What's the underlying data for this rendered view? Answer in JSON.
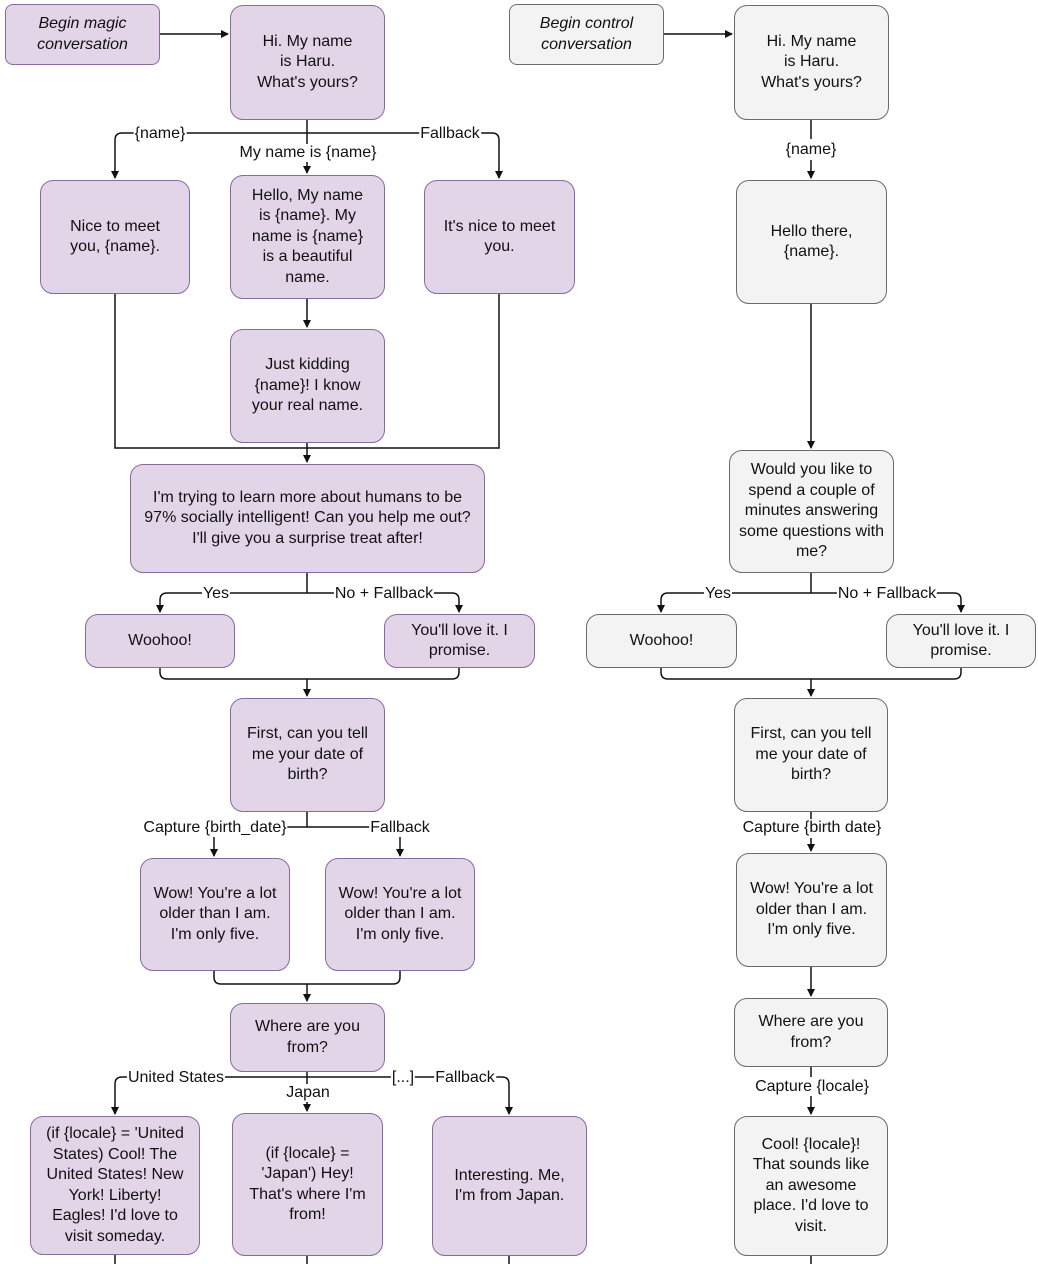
{
  "magic": {
    "start": "Begin magic conversation",
    "greeting": "Hi. My name is Haru. What's yours?",
    "edge_name": "{name}",
    "edge_my_name": "My name is {name}",
    "edge_fallback": "Fallback",
    "nice_to_meet": "Nice to meet you, {name}.",
    "hello_my_name": "Hello, My name is {name}. My name is {name} is a beautiful name.",
    "nice_fallback": "It's nice to meet you.",
    "just_kidding": "Just kidding {name}! I know your real name.",
    "learn_humans": "I'm trying to learn more about humans to be 97% socially intelligent! Can you help me out? I'll give you a surprise treat after!",
    "edge_yes": "Yes",
    "edge_no_fallback": "No + Fallback",
    "woohoo": "Woohoo!",
    "love_it": "You'll love it. I promise.",
    "dob_question": "First, can you tell me your date of birth?",
    "edge_capture_birth": "Capture {birth_date}",
    "edge_fallback2": "Fallback",
    "older_a": "Wow! You're a lot older than I am. I'm only five.",
    "older_b": "Wow! You're a lot older than I am. I'm only five.",
    "where_from": "Where are you from?",
    "edge_us": "United States",
    "edge_japan": "Japan",
    "edge_ellipsis": "[...]",
    "edge_fallback3": "Fallback",
    "us_reply": "(if {locale} = 'United States) Cool! The United States! New York! Liberty! Eagles! I'd love to visit someday.",
    "japan_reply": "(if {locale} = 'Japan') Hey! That's where I'm from!",
    "fallback_reply": "Interesting. Me, I'm from Japan."
  },
  "control": {
    "start": "Begin control conversation",
    "greeting": "Hi. My name is Haru. What's yours?",
    "edge_name": "{name}",
    "hello_there": "Hello there, {name}.",
    "spend_minutes": "Would you like to spend a couple of minutes answering some questions with me?",
    "edge_yes": "Yes",
    "edge_no_fallback": "No + Fallback",
    "woohoo": "Woohoo!",
    "love_it": "You'll love it. I promise.",
    "dob_question": "First, can you tell me your date of birth?",
    "edge_capture_birth": "Capture {birth date}",
    "older": "Wow! You're a lot older than I am. I'm only five.",
    "where_from": "Where are you from?",
    "edge_capture_locale": "Capture {locale}",
    "locale_reply": "Cool! {locale}! That sounds like an awesome place. I'd love to visit."
  },
  "colors": {
    "magic_fill": "#e3d5e8",
    "magic_stroke": "#8a6a9e",
    "control_fill": "#f3f3f3",
    "control_stroke": "#6b6b6b"
  }
}
